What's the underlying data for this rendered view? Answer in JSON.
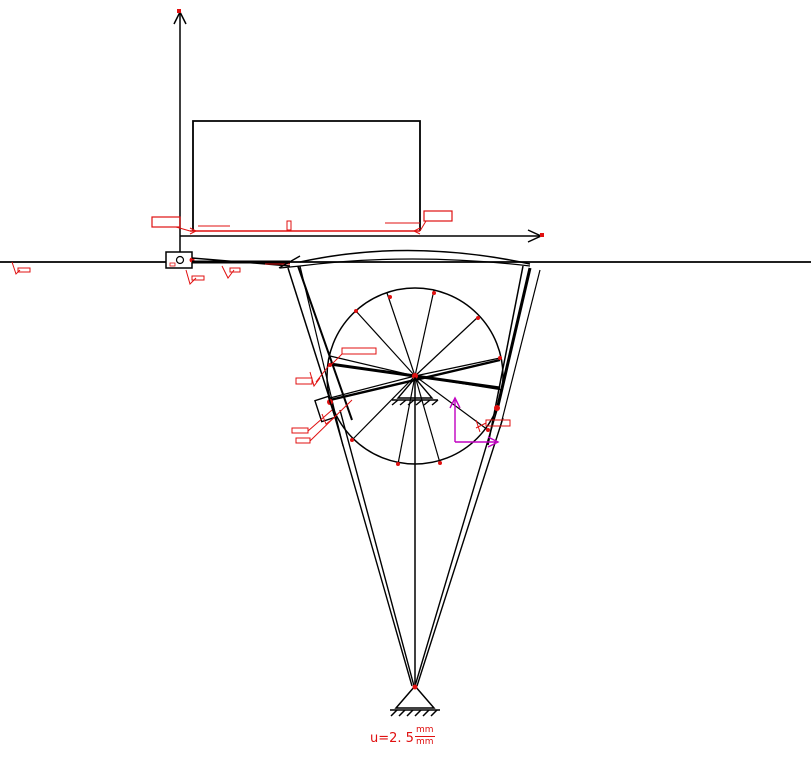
{
  "scale": {
    "prefix": "u=2. 5",
    "unit_numerator": "mm",
    "unit_denominator": "mm"
  },
  "colors": {
    "line": "#000000",
    "annotation": "#e01010",
    "frame_axes": "#c000c0"
  }
}
